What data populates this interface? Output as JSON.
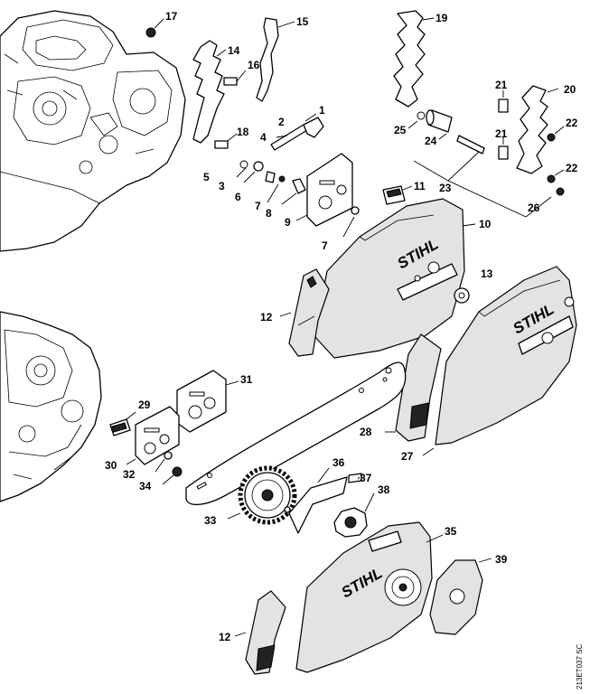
{
  "labels": [
    "1",
    "2",
    "3",
    "4",
    "5",
    "6",
    "7",
    "8",
    "9",
    "10",
    "11",
    "12",
    "13",
    "14",
    "15",
    "16",
    "17",
    "18",
    "19",
    "20",
    "21",
    "22",
    "23",
    "24",
    "25",
    "26",
    "27",
    "28",
    "29",
    "30",
    "31",
    "32",
    "33",
    "34",
    "35",
    "36",
    "37",
    "38",
    "39"
  ],
  "brand_text": "STIHL",
  "drawing_ref": "213ET037 SC"
}
